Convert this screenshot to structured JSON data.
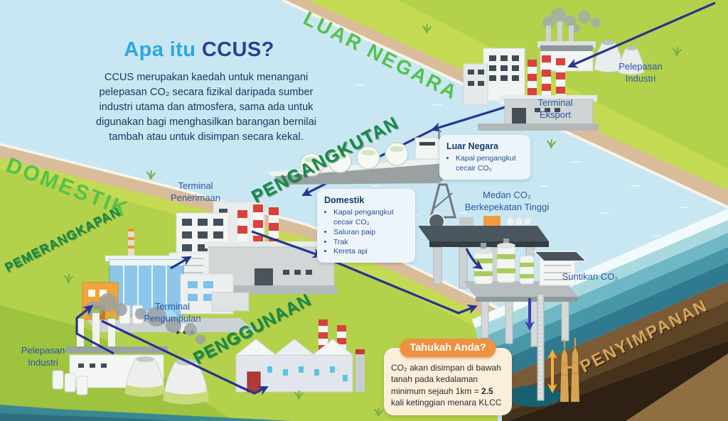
{
  "header": {
    "title_light": "Apa itu",
    "title_dark": "CCUS?",
    "description": "CCUS merupakan kaedah untuk menangani pelepasan CO₂ secara fizikal daripada sumber industri utama dan atmosfera, sama ada untuk digunakan bagi menghasilkan barangan bernilai tambah atau untuk disimpan secara kekal."
  },
  "zones": {
    "luar_negara": "LUAR NEGARA",
    "domestik": "DOMESTIK",
    "pemerangkapan": "PEMERANGKAPAN",
    "pengangkutan": "PENGANGKUTAN",
    "penggunaan": "PENGGUNAAN",
    "penyimpanan": "PENYIMPANAN"
  },
  "facility_labels": {
    "pelepasan_industri_luar": "Pelepasan Industri",
    "terminal_eksport": "Terminal Eksport",
    "terminal_penerimaan": "Terminal Penerimaan",
    "terminal_pengumpulan": "Terminal Pengumpulan",
    "pelepasan_industri_domestik": "Pelepasan Industri",
    "medan_co2": "Medan CO₂ Berkepekatan Tinggi",
    "suntikan_co2": "Suntikan CO₂"
  },
  "callouts": {
    "luar_negara": {
      "title": "Luar Negara",
      "items": [
        "Kapal pengangkut cecair CO₂"
      ]
    },
    "domestik": {
      "title": "Domestik",
      "items": [
        "Kapal pengangkut cecair CO₂",
        "Saluran paip",
        "Trak",
        "Kereta api"
      ]
    }
  },
  "did_you_know": {
    "title": "Tahukah Anda?",
    "text_before": "CO₂ akan disimpan di bawah tanah pada kedalaman minimum sejauh 1km = ",
    "highlight": "2.5",
    "text_after": " kali ketinggian menara KLCC"
  },
  "colors": {
    "sea": "#c9e7f2",
    "land_green": "#b3d14b",
    "sand": "#d9bd9b",
    "zone_green_bright": "#55c14c",
    "zone_green_dark": "#148a47",
    "label_blue": "#2a56a5",
    "title_light_blue": "#2aa8e0",
    "title_dark_blue": "#2b3f94",
    "arrow_navy": "#26348f",
    "storage_tan": "#d8a55a",
    "didyouknow_orange": "#ef9140"
  }
}
